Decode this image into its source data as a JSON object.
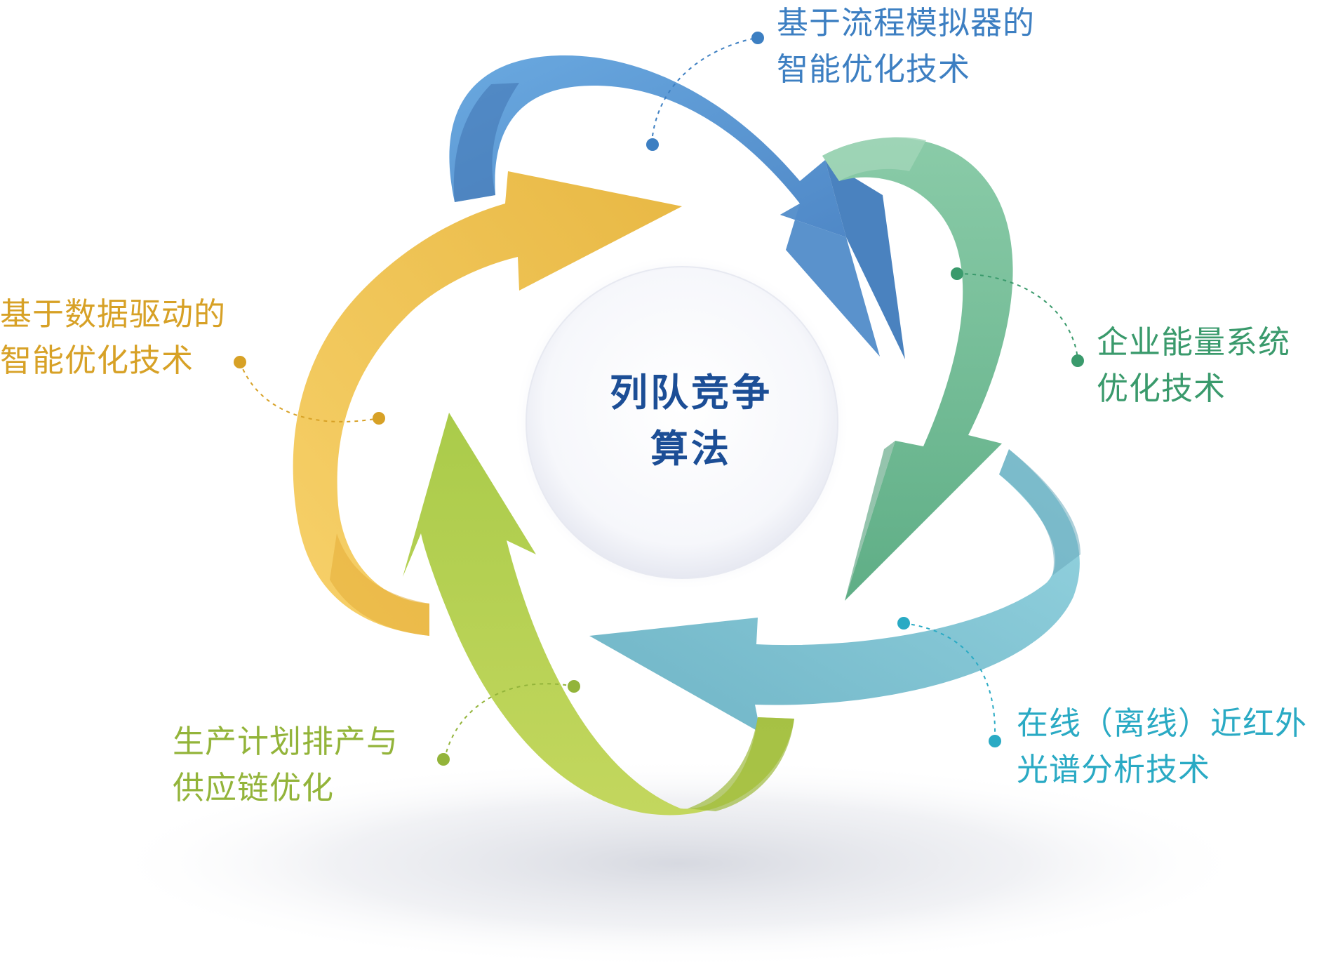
{
  "center": {
    "line1": "列队竞争",
    "line2": "算法",
    "color": "#1c4e96"
  },
  "branches": [
    {
      "key": "blue",
      "line1": "基于流程模拟器的",
      "line2": "智能优化技术",
      "color": "#3d7fc2"
    },
    {
      "key": "green",
      "line1": "企业能量系统",
      "line2": "优化技术",
      "color": "#3a9a6c"
    },
    {
      "key": "cyan",
      "line1": "在线（离线）近红外",
      "line2": "光谱分析技术",
      "color": "#2aaac4"
    },
    {
      "key": "lime",
      "line1": "生产计划排产与",
      "line2": "供应链优化",
      "color": "#93b43a"
    },
    {
      "key": "yellow",
      "line1": "基于数据驱动的",
      "line2": "智能优化技术",
      "color": "#d7a126"
    }
  ]
}
